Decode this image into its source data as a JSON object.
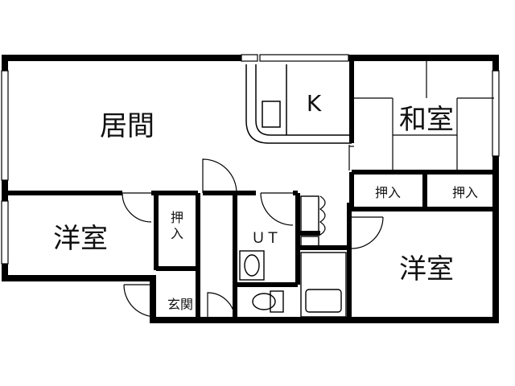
{
  "floorplan": {
    "rooms": {
      "living": "居間",
      "kitchen": "K",
      "washitsu": "和室",
      "yoshitsu_left": "洋室",
      "yoshitsu_right": "洋室",
      "ut": "ＵＴ",
      "genkan": "玄関"
    },
    "closets": {
      "top_left": "押入",
      "top_right": "押入",
      "vertical": "押入"
    }
  }
}
